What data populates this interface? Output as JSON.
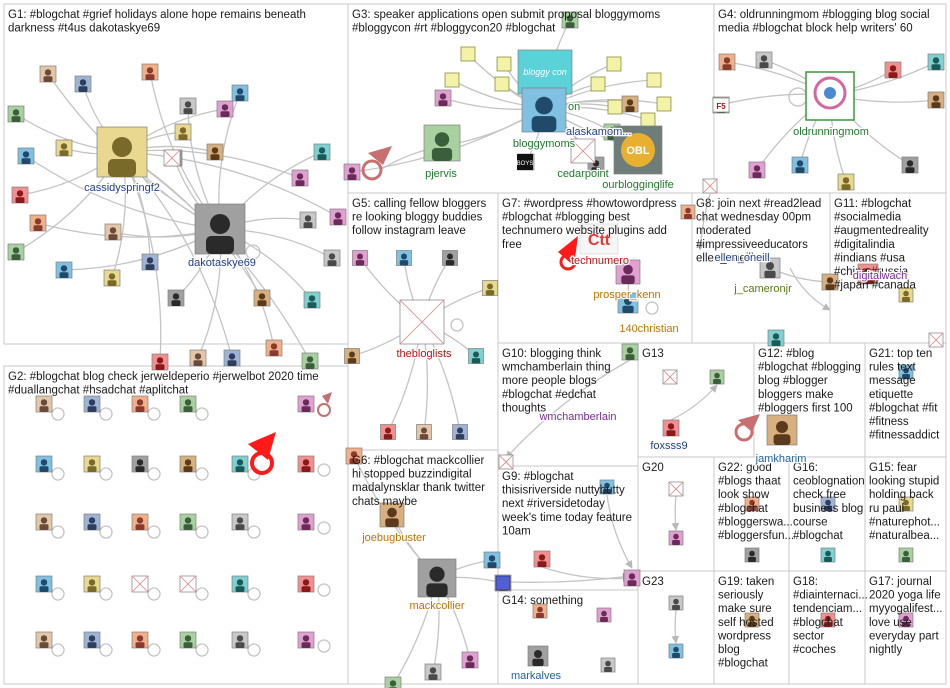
{
  "colors": {
    "border": "#c8c8c8",
    "edge": "#c4c4c4",
    "label_navy": "#1f3c8c",
    "label_green": "#1f7a2a",
    "label_orange": "#c07000",
    "label_red": "#c01010",
    "label_purple": "#7a2a9a",
    "label_blue": "#2060a0",
    "label_olive": "#5a7a10"
  },
  "groups": [
    {
      "id": "G1",
      "lines": [
        "G1: #blogchat #grief holidays alone hope remains beneath",
        "darkness #t4us dakotaskye69"
      ]
    },
    {
      "id": "G2",
      "lines": [
        "G2: #blogchat blog check jerweldeperio #jerwelbot 2020 time",
        "#duallangchat #hsadchat #aplitchat"
      ]
    },
    {
      "id": "G3",
      "lines": [
        "G3: speaker applications open submit proposal bloggymoms",
        "#bloggycon #rt #bloggycon20 #blogchat"
      ]
    },
    {
      "id": "G4",
      "lines": [
        "G4: oldrunningmom #blogging blog social",
        "media #blogchat block help writers' 60"
      ]
    },
    {
      "id": "G5",
      "lines": [
        "G5: calling fellow bloggers",
        "re looking bloggy buddies",
        "follow instagram leave"
      ]
    },
    {
      "id": "G6",
      "lines": [
        "G6: #blogchat mackcollier",
        "hi stopped buzzindigital",
        "madalynsklar thank twitter",
        "chats maybe"
      ]
    },
    {
      "id": "G7",
      "lines": [
        "G7: #wordpress #howtowordpress",
        "#blogchat #blogging best",
        "technumero website plugins add",
        "free"
      ]
    },
    {
      "id": "G8",
      "lines": [
        "G8: join next #read2lead",
        "chat wednesday 00pm",
        "moderated",
        "#impressiveeducators",
        "ellen_oneill"
      ]
    },
    {
      "id": "G9",
      "lines": [
        "G9: #blogchat",
        "thisisriverside nuttybutty",
        "next #riversidetoday",
        "week's time today feature",
        "10am"
      ]
    },
    {
      "id": "G10",
      "lines": [
        "G10: blogging think",
        "wmchamberlain thing",
        "more people blogs",
        "#blogchat #edchat",
        "thoughts"
      ]
    },
    {
      "id": "G11",
      "lines": [
        "G11: #blogchat",
        "#socialmedia",
        "#augmentedreality",
        "#digitalindia",
        "#indians #usa",
        "#china #russia",
        "#japan #canada"
      ]
    },
    {
      "id": "G12",
      "lines": [
        "G12: #blog",
        "#blogchat #blogging",
        "blog #blogger",
        "bloggers make",
        "#bloggers first 100"
      ]
    },
    {
      "id": "G13",
      "lines": [
        "G13"
      ]
    },
    {
      "id": "G14",
      "lines": [
        "G14: something"
      ]
    },
    {
      "id": "G15",
      "lines": [
        "G15: fear",
        "looking stupid",
        "holding back",
        "ru paul",
        "#naturephot...",
        "#naturalbea..."
      ]
    },
    {
      "id": "G16",
      "lines": [
        "G16:",
        "ceoblognation",
        "check free",
        "business blog",
        "course",
        "#blogchat"
      ]
    },
    {
      "id": "G17",
      "lines": [
        "G17: journal",
        "2020 yoga life",
        "myyogalifest...",
        "love use",
        "everyday part",
        "nightly"
      ]
    },
    {
      "id": "G18",
      "lines": [
        "G18:",
        "#diainternaci...",
        "tendenciam...",
        "#blogchat",
        "sector",
        "#coches"
      ]
    },
    {
      "id": "G19",
      "lines": [
        "G19: taken",
        "seriously",
        "make sure",
        "self hosted",
        "wordpress",
        "blog",
        "#blogchat"
      ]
    },
    {
      "id": "G20",
      "lines": [
        "G20"
      ]
    },
    {
      "id": "G21",
      "lines": [
        "G21: top ten",
        "rules text",
        "message",
        "etiquette",
        "#blogchat #fit",
        "#fitness",
        "#fitnessaddict"
      ]
    },
    {
      "id": "G22",
      "lines": [
        "G22: good",
        "#blogs thaat",
        "look show",
        "#blogchat",
        "#bloggerswa...",
        "#bloggersfun..."
      ]
    },
    {
      "id": "G23",
      "lines": [
        "G23"
      ]
    }
  ],
  "vertex_labels": [
    {
      "id": "cassidyspringf2",
      "text": "cassidyspringf2"
    },
    {
      "id": "dakotaskye69",
      "text": "dakotaskye69"
    },
    {
      "id": "bloggymoms",
      "text": "bloggymoms"
    },
    {
      "id": "pjervis",
      "text": "pjervis"
    },
    {
      "id": "alaskamomma",
      "text": "alaskamom..."
    },
    {
      "id": "cedarpoint",
      "text": "cedarpoint"
    },
    {
      "id": "ourblogginglife",
      "text": "ourblogginglife"
    },
    {
      "id": "bloggycon_on",
      "text": "on"
    },
    {
      "id": "oldrunningmom",
      "text": "oldrunningmom"
    },
    {
      "id": "thebloglists",
      "text": "thebloglists"
    },
    {
      "id": "technumero",
      "text": "technumero"
    },
    {
      "id": "prosper_kenn",
      "text": "prosper_kenn"
    },
    {
      "id": "140christian",
      "text": "140christian"
    },
    {
      "id": "j_cameronjr",
      "text": "j_cameronjr"
    },
    {
      "id": "ellen_oneill",
      "text": "ellen_oneill"
    },
    {
      "id": "digitalwach",
      "text": "digitalwach"
    },
    {
      "id": "wmchamberlain",
      "text": "wmchamberlain"
    },
    {
      "id": "foxsss9",
      "text": "foxsss9"
    },
    {
      "id": "jamkharim",
      "text": "jamkharim"
    },
    {
      "id": "joebugbuster",
      "text": "joebugbuster"
    },
    {
      "id": "mackcollier",
      "text": "mackcollier"
    },
    {
      "id": "markalves",
      "text": "markalves"
    }
  ],
  "avatar_text": {
    "bloggycon": "bloggy con",
    "obl": "OBL",
    "boys": "BOYS",
    "f5": "F5",
    "ctt": "Ctt"
  }
}
